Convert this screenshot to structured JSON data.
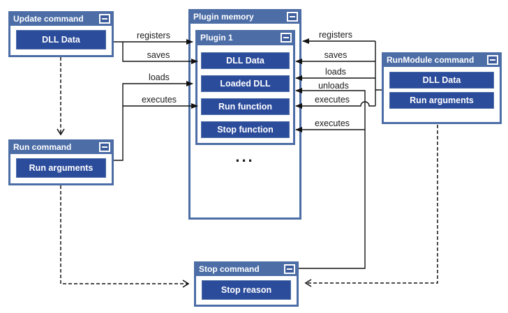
{
  "colors": {
    "titlebar_blue": "#4c6da6",
    "item_blue": "#2b4b9b",
    "minbtn_blue": "#3d5c9c",
    "line_black": "#1a1a1a",
    "background": "#ffffff",
    "text_light": "#ffffff"
  },
  "boxes": {
    "update_command": {
      "title": "Update command",
      "items": [
        "DLL Data"
      ]
    },
    "run_command": {
      "title": "Run command",
      "items": [
        "Run arguments"
      ]
    },
    "runmodule_command": {
      "title": "RunModule command",
      "items": [
        "DLL Data",
        "Run arguments"
      ]
    },
    "stop_command": {
      "title": "Stop command",
      "items": [
        "Stop reason"
      ]
    },
    "plugin_memory": {
      "title": "Plugin memory",
      "ellipsis": "...",
      "plugin1": {
        "title": "Plugin 1",
        "items": [
          "DLL Data",
          "Loaded DLL",
          "Run function",
          "Stop function"
        ]
      }
    }
  },
  "edges": {
    "left": [
      {
        "label": "registers"
      },
      {
        "label": "saves"
      },
      {
        "label": "loads"
      },
      {
        "label": "executes"
      }
    ],
    "right": [
      {
        "label": "registers"
      },
      {
        "label": "saves"
      },
      {
        "label": "loads"
      },
      {
        "label": "unloads"
      },
      {
        "label": "executes"
      },
      {
        "label": "executes"
      }
    ]
  },
  "icons": {
    "minimize": "minus"
  }
}
